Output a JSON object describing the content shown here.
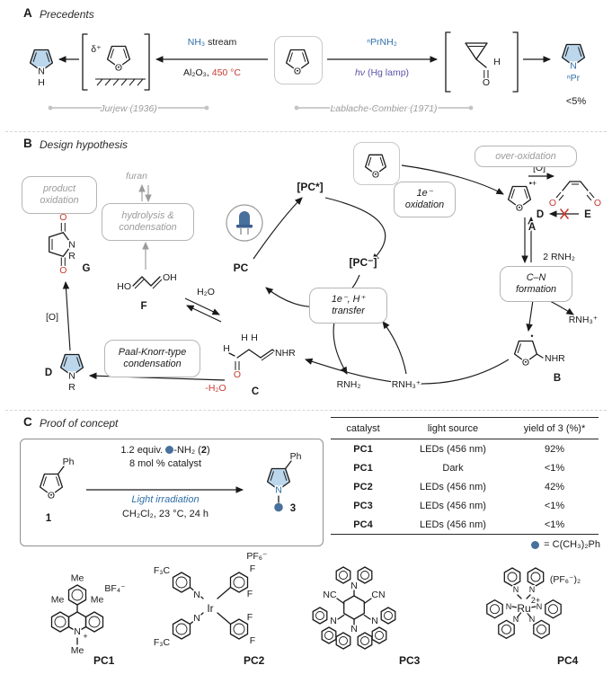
{
  "colors": {
    "accent": "#2f6fa8",
    "ringfill": "#bcd7ec",
    "dotblue": "#48709c",
    "red": "#c63b32",
    "purple": "#5c55a8",
    "gray": "#9b9b9b"
  },
  "atoms": {
    "O": "O",
    "N": "N",
    "H": "H",
    "R": "R",
    "Ph": "Ph",
    "Me": "Me",
    "NHR": "NHR",
    "HO": "HO",
    "OH": "OH",
    "dot": "•",
    "rad": "•+",
    "plus": "+",
    "F": "F",
    "F3C": "F₃C",
    "BF4": "BF₄⁻",
    "PF6": "PF₆⁻",
    "PF62": "(PF₆⁻)₂",
    "NC": "NC",
    "CN": "CN",
    "Ir": "Ir",
    "Ru": "Ru",
    "Ru_charge": "2+"
  },
  "panelA": {
    "label": "A",
    "title": "Precedents",
    "delta_plus": "δ⁺",
    "nh3": "NH₃",
    "stream": " stream",
    "al2o3": "Al₂O₃, ",
    "temp": "450 °C",
    "prnh2": "ⁿPrNH₂",
    "hv": "hν",
    "hg_lamp": " (Hg lamp)",
    "npr": "ⁿPr",
    "yield": "<5%",
    "ref_left": "Jurjew (1936)",
    "ref_right": "Lablache-Combier (1971)"
  },
  "panelB": {
    "label": "B",
    "title": "Design hypothesis",
    "over_oxidation": "over-oxidation",
    "product_ox_1": "product",
    "product_ox_2": "oxidation",
    "hydrolysis_1": "hydrolysis &",
    "hydrolysis_2": "condensation",
    "paal_1": "Paal-Knorr-type",
    "paal_2": "condensation",
    "ox_box_1": "1e⁻",
    "ox_box_2": "oxidation",
    "transfer_1": "1e⁻, H⁺",
    "transfer_2": "transfer",
    "cn_1": "C–N",
    "cn_2": "formation",
    "pc": "PC",
    "pc_star": "[PC*]",
    "pc_minus": "[PC⁻]",
    "furan": "furan",
    "h2o": "H₂O",
    "minus_h2o": "-H₂O",
    "two_rnh2": "2 RNH₂",
    "rnh2": "RNH₂",
    "rnh3": "RNH₃⁺",
    "ox": "[O]",
    "lbl_A": "A",
    "lbl_B": "B",
    "lbl_C": "C",
    "lbl_D": "D",
    "lbl_E": "E",
    "lbl_F": "F",
    "lbl_G": "G"
  },
  "panelC": {
    "label": "C",
    "title": "Proof of concept",
    "cmpd1": "1",
    "cmpd2": "2",
    "cmpd3": "3",
    "equiv_pre": "1.2 equiv.",
    "equiv_post": "-NH₂ (",
    "equiv_close": ")",
    "catalyst_line": "8 mol % catalyst",
    "light": "Light irradiation",
    "solvent": "CH₂Cl₂, 23 °C, 24 h",
    "legend_eq": "= C(CH₃)₂Ph",
    "table": {
      "headers": [
        "catalyst",
        "light source",
        "yield of 3 (%)*"
      ],
      "rows": [
        [
          "PC1",
          "LEDs (456 nm)",
          "92%"
        ],
        [
          "PC1",
          "Dark",
          "<1%"
        ],
        [
          "PC2",
          "LEDs (456 nm)",
          "42%"
        ],
        [
          "PC3",
          "LEDs (456 nm)",
          "<1%"
        ],
        [
          "PC4",
          "LEDs (456 nm)",
          "<1%"
        ]
      ]
    },
    "cat1": "PC1",
    "cat2": "PC2",
    "cat3": "PC3",
    "cat4": "PC4"
  }
}
